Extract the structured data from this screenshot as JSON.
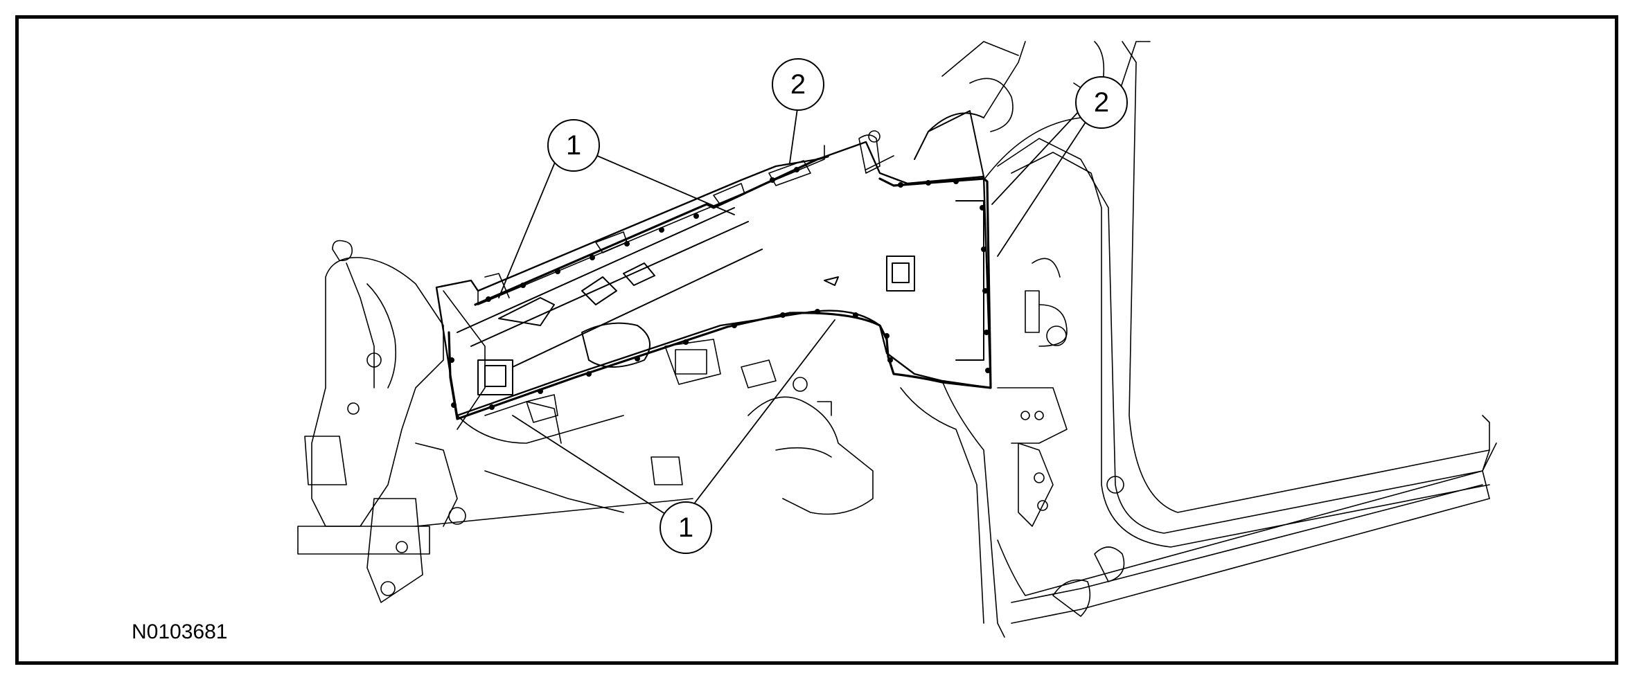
{
  "figure": {
    "id_label": "N0103681"
  },
  "callouts": [
    {
      "name": "callout-1-top",
      "label": "1"
    },
    {
      "name": "callout-2-top",
      "label": "2"
    },
    {
      "name": "callout-2-right",
      "label": "2"
    },
    {
      "name": "callout-1-bottom",
      "label": "1"
    }
  ],
  "colors": {
    "line": "#000000",
    "light_line": "#555555",
    "background": "#ffffff"
  }
}
